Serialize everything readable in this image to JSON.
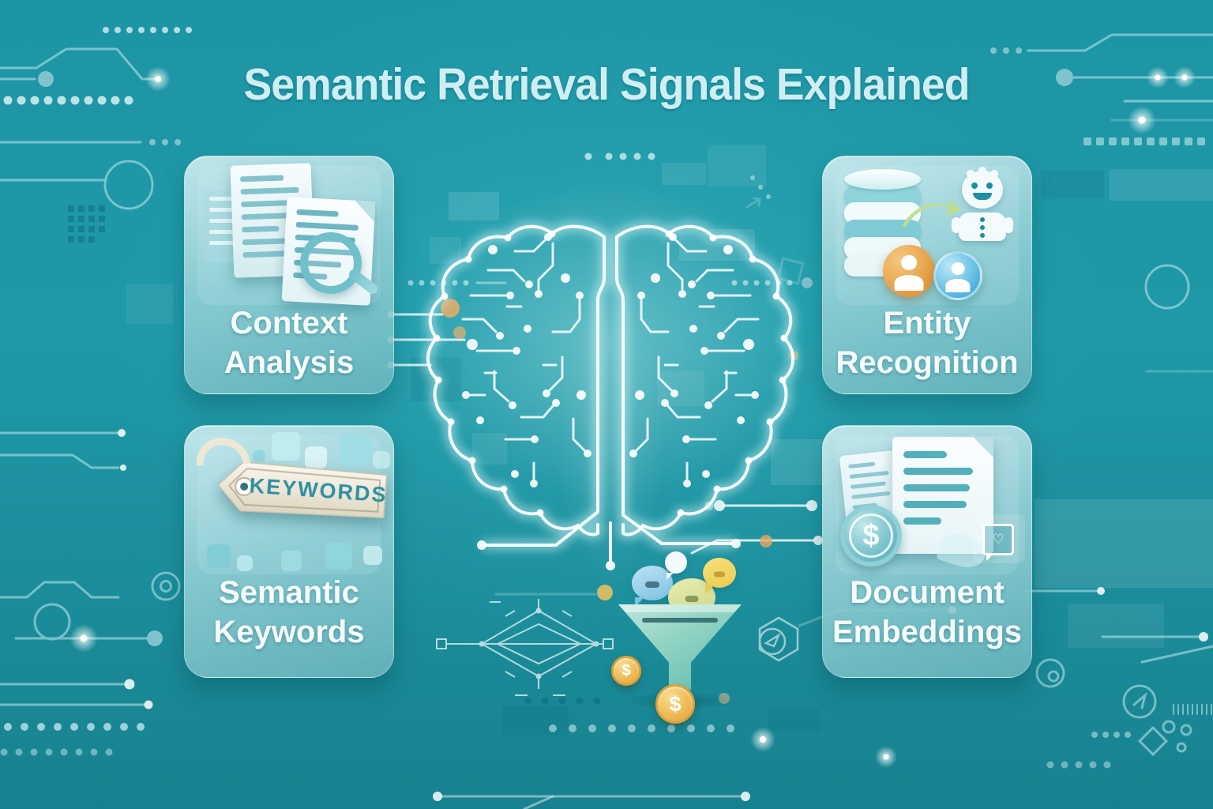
{
  "title": "Semantic Retrieval Signals Explained",
  "cards": [
    {
      "id": "context-analysis",
      "label_line1": "Context",
      "label_line2": "Analysis",
      "icon": "documents-magnifier-icon"
    },
    {
      "id": "entity-recognition",
      "label_line1": "Entity",
      "label_line2": "Recognition",
      "icon": "database-robot-people-icon"
    },
    {
      "id": "semantic-keywords",
      "label_line1": "Semantic",
      "label_line2": "Keywords",
      "icon": "keywords-price-tag-icon",
      "tag_text": "KEYWORDS"
    },
    {
      "id": "document-embeddings",
      "label_line1": "Document",
      "label_line2": "Embeddings",
      "icon": "documents-coin-badge-icon"
    }
  ],
  "symbols": {
    "dollar": "$",
    "badge_heart": "♡"
  },
  "colors": {
    "background": "#1f98a6",
    "card": "#9ed3d8",
    "title_text": "#cfeef3",
    "card_text": "#f5fcfd",
    "keywords_text": "#2e8fa0",
    "accent_orange": "#e9a95f",
    "coin_gold": "#eec25e",
    "funnel_green": "#8fd2c2",
    "circuit_line": "#b5e3e8"
  }
}
